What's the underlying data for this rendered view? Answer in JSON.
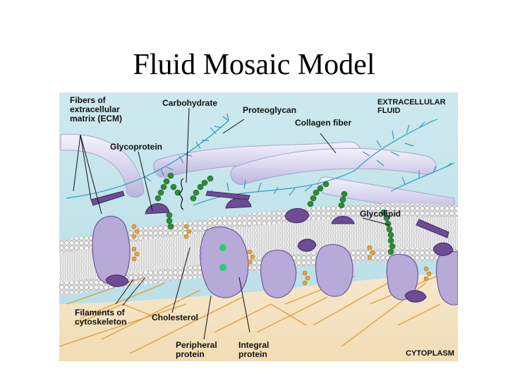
{
  "slide": {
    "title": "Fluid Mosaic Model"
  },
  "diagram": {
    "labels": {
      "fibers_ecm": "Fibers of\nextracellular\nmatrix (ECM)",
      "carbohydrate": "Carbohydrate",
      "proteoglycan": "Proteoglycan",
      "extracellular_fluid": "EXTRACELLULAR\nFLUID",
      "collagen_fiber": "Collagen fiber",
      "glycoprotein": "Glycoprotein",
      "glycolipid": "Glycolipid",
      "filaments_cytoskeleton": "Filaments of\ncytoskeleton",
      "cholesterol": "Cholesterol",
      "peripheral_protein": "Peripheral\nprotein",
      "integral_protein": "Integral\nprotein",
      "cytoplasm": "CYTOPLASM"
    },
    "colors": {
      "fluid_bg": "#c4e6ec",
      "cytoplasm_bg": "#f4e4c4",
      "membrane_protein": "#b7a9d8",
      "peripheral_protein": "#6c4c94",
      "phospholipid_head": "#ffffff",
      "carbohydrate_chain": "#2e8b3a",
      "proteoglycan_fiber": "#2f9cc0",
      "collagen": "#dcdaf0",
      "cytoskeleton_filament": "#e0a040",
      "cholesterol": "#e3a43c"
    }
  }
}
